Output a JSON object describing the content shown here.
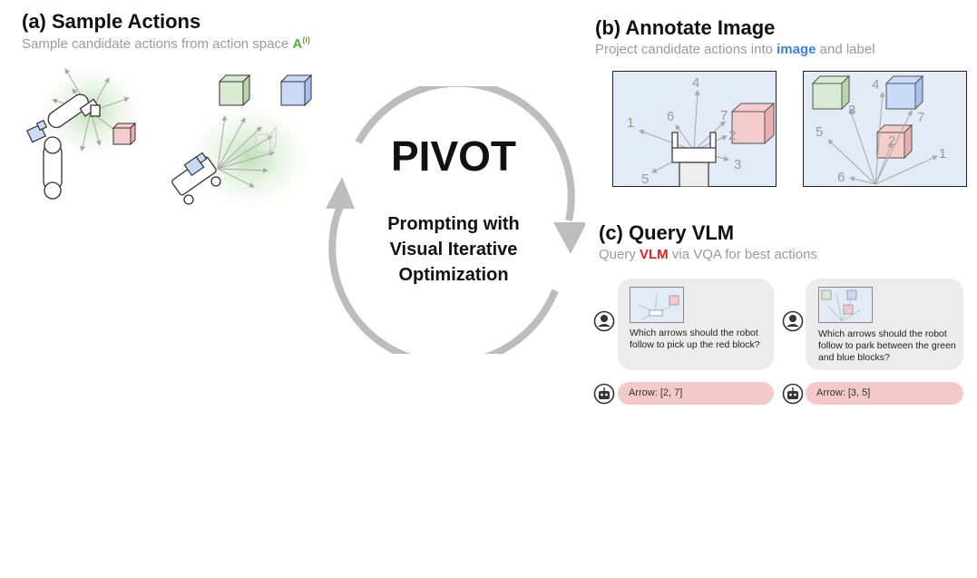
{
  "panel_a": {
    "title": "(a) Sample Actions",
    "subtitle_prefix": "Sample candidate actions from action space ",
    "subtitle_symbol": "A",
    "subtitle_sup": "(i)"
  },
  "panel_b": {
    "title": "(b) Annotate Image",
    "subtitle_prefix": "Project candidate actions into ",
    "subtitle_highlight": "image",
    "subtitle_suffix": " and label",
    "left_image_labels": [
      "1",
      "2",
      "3",
      "4",
      "5",
      "6",
      "7"
    ],
    "right_image_labels": [
      "1",
      "2",
      "3",
      "4",
      "5",
      "6",
      "7"
    ]
  },
  "panel_c": {
    "title": "(c) Query VLM",
    "subtitle_prefix": "Query ",
    "subtitle_highlight": "VLM",
    "subtitle_suffix": " via VQA for best actions",
    "queries": [
      {
        "question": "Which arrows should the robot follow to pick up the red block?",
        "answer": "Arrow: [2, 7]"
      },
      {
        "question": "Which arrows should the robot follow to park between the green and blue blocks?",
        "answer": "Arrow: [3, 5]"
      }
    ]
  },
  "center": {
    "title": "PIVOT",
    "subtitle_line1": "Prompting with",
    "subtitle_line2": "Visual Iterative",
    "subtitle_line3": "Optimization"
  },
  "colors": {
    "green_block": "#d9ead3",
    "blue_block": "#c9daf8",
    "red_block": "#f4cccc",
    "image_bg": "#e3ebf7",
    "answer_bg": "#f4c9c9",
    "bubble_bg": "#ececec",
    "arrow_gray": "#bdbdbd"
  },
  "icons": [
    "user-avatar-icon",
    "robot-avatar-icon",
    "camera-icon",
    "cycle-arrow-icon"
  ]
}
